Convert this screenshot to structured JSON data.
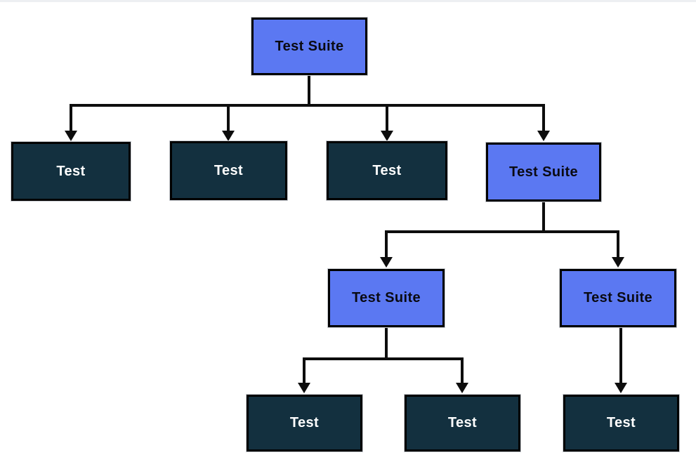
{
  "colors": {
    "suite_fill": "#5b78f2",
    "test_fill": "#13303f",
    "node_border": "#000000",
    "connector": "#0d0d0d",
    "suite_text": "#0a0a12",
    "test_text": "#ffffff",
    "background": "#ffffff"
  },
  "diagram": {
    "type": "tree",
    "nodes": [
      {
        "id": "suite-root",
        "label": "Test Suite",
        "kind": "suite",
        "level": 1
      },
      {
        "id": "test-1",
        "label": "Test",
        "kind": "test",
        "level": 2
      },
      {
        "id": "test-2",
        "label": "Test",
        "kind": "test",
        "level": 2
      },
      {
        "id": "test-3",
        "label": "Test",
        "kind": "test",
        "level": 2
      },
      {
        "id": "suite-2",
        "label": "Test Suite",
        "kind": "suite",
        "level": 2
      },
      {
        "id": "suite-3",
        "label": "Test Suite",
        "kind": "suite",
        "level": 3
      },
      {
        "id": "suite-4",
        "label": "Test Suite",
        "kind": "suite",
        "level": 3
      },
      {
        "id": "test-4",
        "label": "Test",
        "kind": "test",
        "level": 4
      },
      {
        "id": "test-5",
        "label": "Test",
        "kind": "test",
        "level": 4
      },
      {
        "id": "test-6",
        "label": "Test",
        "kind": "test",
        "level": 4
      }
    ],
    "edges": [
      {
        "from": "suite-root",
        "to": "test-1"
      },
      {
        "from": "suite-root",
        "to": "test-2"
      },
      {
        "from": "suite-root",
        "to": "test-3"
      },
      {
        "from": "suite-root",
        "to": "suite-2"
      },
      {
        "from": "suite-2",
        "to": "suite-3"
      },
      {
        "from": "suite-2",
        "to": "suite-4"
      },
      {
        "from": "suite-3",
        "to": "test-4"
      },
      {
        "from": "suite-3",
        "to": "test-5"
      },
      {
        "from": "suite-4",
        "to": "test-6"
      }
    ]
  }
}
